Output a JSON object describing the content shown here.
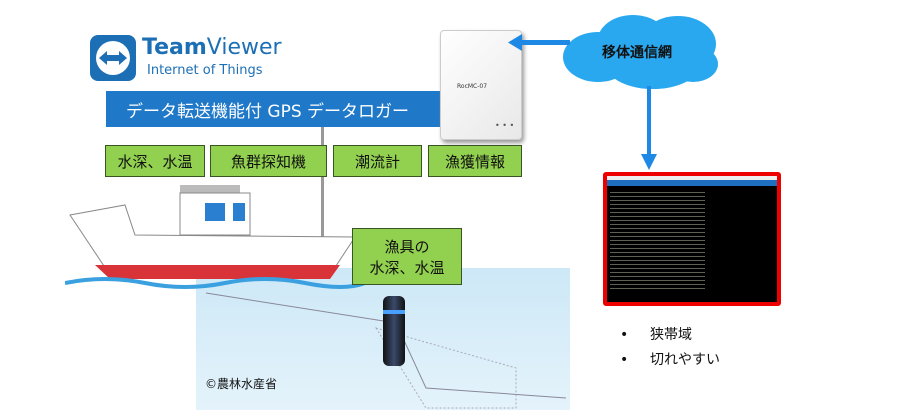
{
  "logo": {
    "brand_bold": "Team",
    "brand_light": "Viewer",
    "subtitle": "Internet of Things"
  },
  "banner": "データ転送機能付 GPS データロガー",
  "device_label": "RocMC-07",
  "sensors": [
    "水深、水温",
    "魚群探知機",
    "潮流計",
    "漁獲情報"
  ],
  "gear_box": {
    "line1": "漁具の",
    "line2": "水深、水温"
  },
  "cloud": "移体通信網",
  "bullets": [
    "狭帯域",
    "切れやすい"
  ],
  "credit": "©農林水産省",
  "colors": {
    "banner": "#1f78c8",
    "sensor": "#92d050",
    "cloud": "#29a8f0",
    "screen_border": "#e00000"
  }
}
